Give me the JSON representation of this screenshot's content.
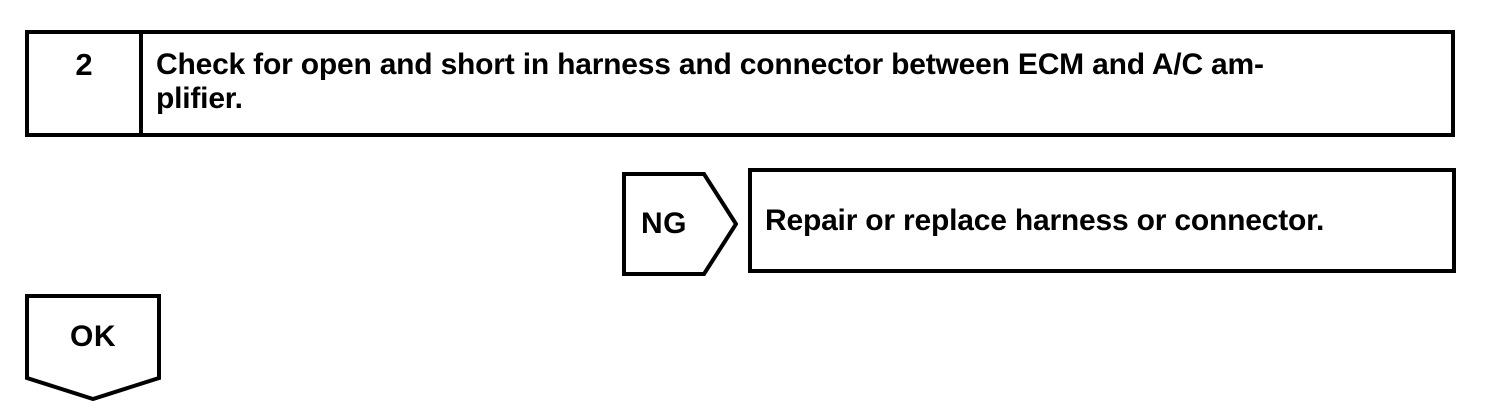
{
  "colors": {
    "ink": "#000000",
    "paper": "#ffffff"
  },
  "step": {
    "number": "2",
    "instruction_line1": "Check for open and short in harness and connector between ECM and A/C am-",
    "instruction_line2": "plifier."
  },
  "ng_branch": {
    "label": "NG",
    "action": "Repair or replace harness or connector."
  },
  "ok_branch": {
    "label": "OK"
  }
}
